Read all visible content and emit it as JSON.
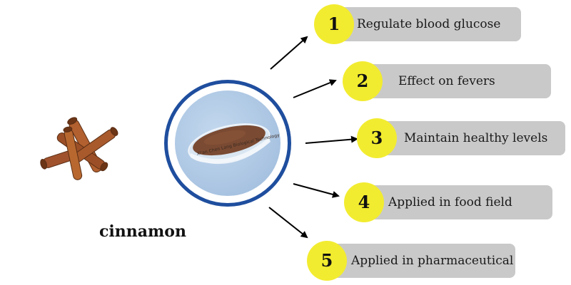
{
  "caption": "cinnamon",
  "center_image": {
    "label": "Xi'an Chen Lang Biological Technology Co., Ltd.",
    "color_ring": "#1f4e9e",
    "color_powder": "#7a4a32"
  },
  "colors": {
    "badge": "#f2ec30",
    "pill": "#c9c9c9",
    "arrow": "#000000"
  },
  "benefits": [
    {
      "number": "1",
      "text": "Regulate blood glucose"
    },
    {
      "number": "2",
      "text": "Effect on fevers"
    },
    {
      "number": "3",
      "text": "Maintain healthy levels"
    },
    {
      "number": "4",
      "text": "Applied in food field"
    },
    {
      "number": "5",
      "text": "Applied in pharmaceutical"
    }
  ]
}
